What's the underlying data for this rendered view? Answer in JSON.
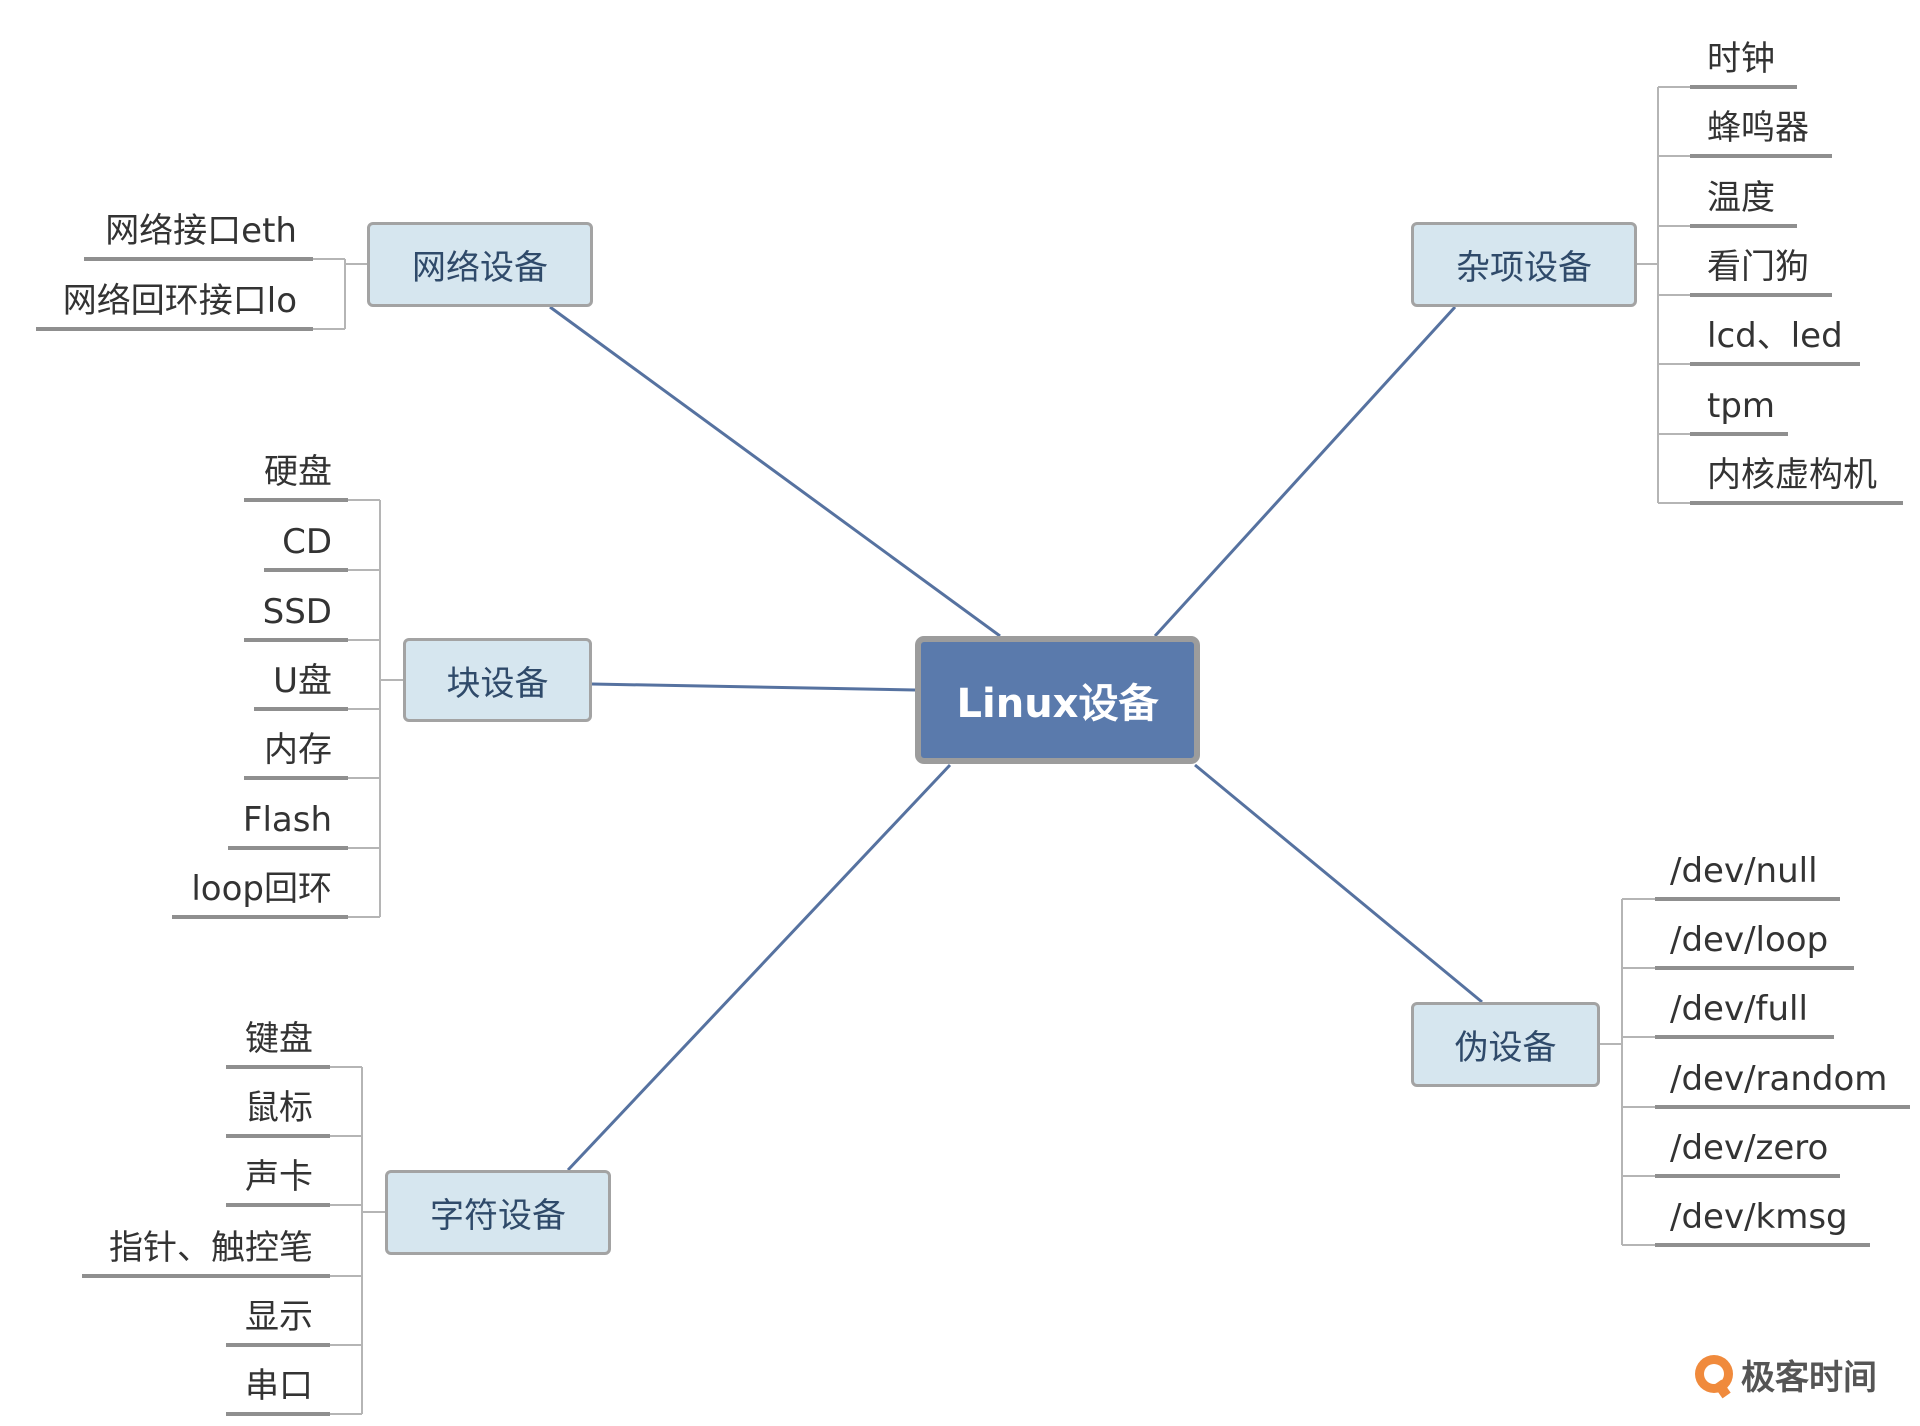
{
  "center": "Linux设备",
  "branches": {
    "network": {
      "label": "网络设备",
      "items": [
        "网络接口eth",
        "网络回环接口lo"
      ]
    },
    "block": {
      "label": "块设备",
      "items": [
        "硬盘",
        "CD",
        "SSD",
        "U盘",
        "内存",
        "Flash",
        "loop回环"
      ]
    },
    "char": {
      "label": "字符设备",
      "items": [
        "键盘",
        "鼠标",
        "声卡",
        "指针、触控笔",
        "显示",
        "串口"
      ]
    },
    "misc": {
      "label": "杂项设备",
      "items": [
        "时钟",
        "蜂鸣器",
        "温度",
        "看门狗",
        "lcd、led",
        "tpm",
        "内核虚构机"
      ]
    },
    "pseudo": {
      "label": "伪设备",
      "items": [
        "/dev/null",
        "/dev/loop",
        "/dev/full",
        "/dev/random",
        "/dev/zero",
        "/dev/kmsg"
      ]
    }
  },
  "logo": {
    "text": "极客时间"
  },
  "colors": {
    "center_fill": "#5a7aac",
    "node_fill": "#d6e6ef",
    "link_line": "#5672a0",
    "tree_line": "#b5b5b5",
    "underline": "#8f8f8f",
    "logo_mark": "#f08a3c"
  }
}
